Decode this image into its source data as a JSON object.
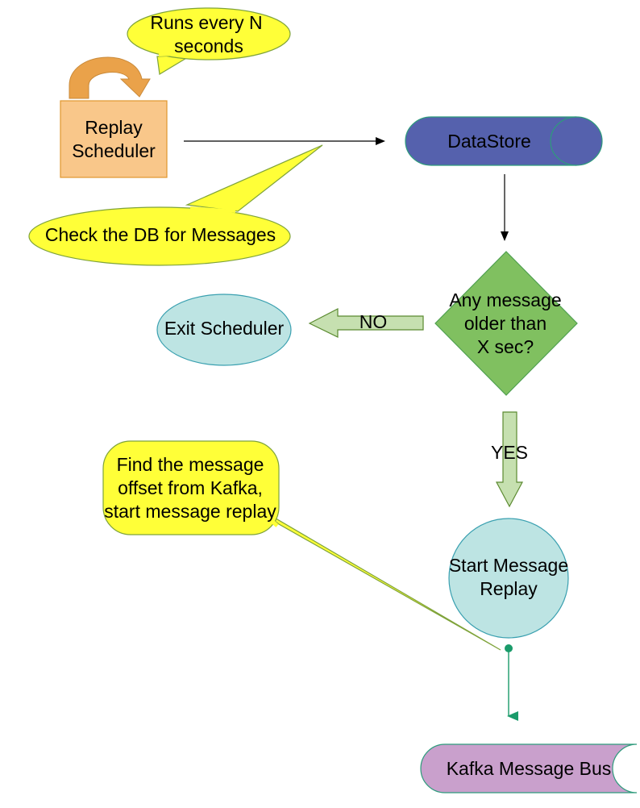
{
  "callouts": {
    "runs_every": [
      "Runs every N",
      "seconds"
    ],
    "check_db": "Check the DB for Messages",
    "find_offset": [
      "Find the message",
      "offset from Kafka,",
      "start message replay"
    ]
  },
  "nodes": {
    "replay_scheduler": [
      "Replay",
      "Scheduler"
    ],
    "datastore": "DataStore",
    "decision": [
      "Any message",
      "older than",
      "X sec?"
    ],
    "exit_scheduler": "Exit Scheduler",
    "start_replay": [
      "Start Message",
      "Replay"
    ],
    "kafka_bus": "Kafka Message Bus"
  },
  "edges": {
    "no_label": "NO",
    "yes_label": "YES"
  },
  "colors": {
    "callout_fill": "#ffff38",
    "callout_stroke": "#7fa33a",
    "scheduler_fill": "#f9c78a",
    "scheduler_stroke": "#e0962e",
    "loop_arrow": "#eaa24a",
    "datastore_fill": "#5561ad",
    "datastore_stroke": "#2e9b7c",
    "decision_fill": "#80c060",
    "decision_stroke": "#4fa050",
    "teal_fill": "#bde4e3",
    "teal_stroke": "#3aa0b0",
    "block_arrow_fill": "#c6e0b0",
    "block_arrow_stroke": "#5b8a30",
    "kafka_fill": "#c9a0cc",
    "kafka_stroke": "#2e9b7c",
    "connector": "#1a9b6a"
  }
}
